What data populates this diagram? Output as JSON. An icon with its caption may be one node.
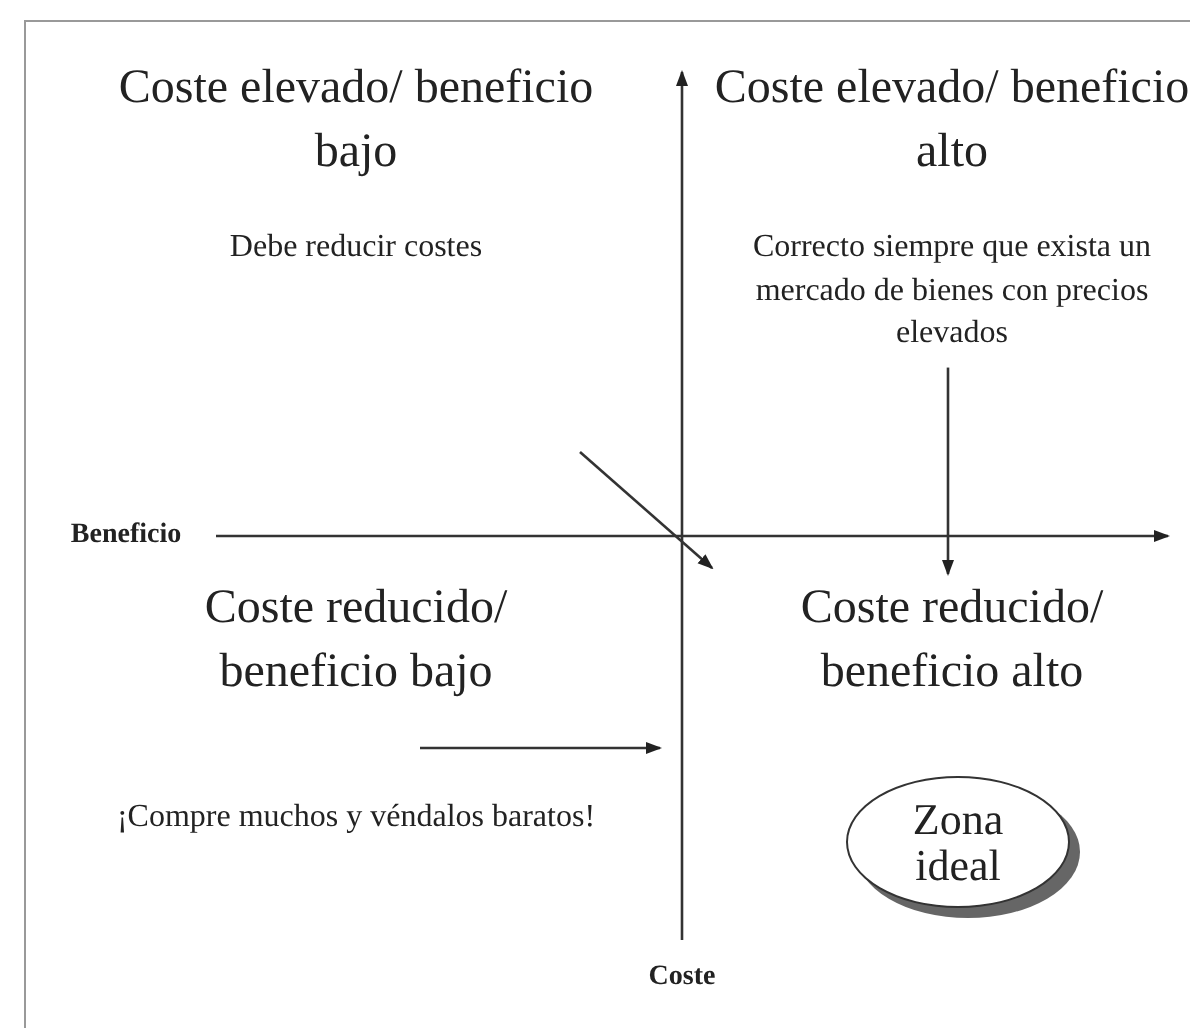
{
  "diagram": {
    "nodes": [
      {
        "text": [
          "Correcto siempre que exista un mercado de bienes con precios elevados"
        ]
      },
      {
        "text": [
          "Coste reducido/ beneficio alto"
        ]
      },
      {
        "text": [
          "Zona ideal"
        ]
      }
    ],
    "edges": [
      {
        "from": 0,
        "to": 1,
        "arrow": "to"
      }
    ],
    "labels": [
      "Coste elevado/ beneficio bajo",
      "Coste elevado/ beneficio alto",
      "Debe reducir costes",
      "Beneficio",
      "Coste reducido/ beneficio bajo",
      "¡Compre muchos y véndalos baratos!",
      "Coste"
    ]
  }
}
